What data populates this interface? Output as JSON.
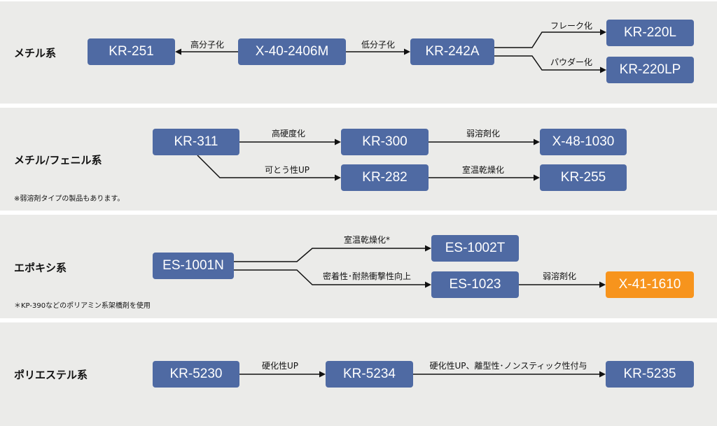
{
  "sections": [
    {
      "category": "メチル系",
      "boxes": {
        "kr251": "KR-251",
        "x40": "X-40-2406M",
        "kr242a": "KR-242A",
        "kr220l": "KR-220L",
        "kr220lp": "KR-220LP"
      },
      "labels": {
        "high_mw": "高分子化",
        "low_mw": "低分子化",
        "flake": "フレーク化",
        "powder": "パウダー化"
      }
    },
    {
      "category": "メチル/フェニル系",
      "note": "※弱溶剤タイプの製品もあります。",
      "boxes": {
        "kr311": "KR-311",
        "kr300": "KR-300",
        "x48": "X-48-1030",
        "kr282": "KR-282",
        "kr255": "KR-255"
      },
      "labels": {
        "hardness": "高硬度化",
        "weak_solvent": "弱溶剤化",
        "flex": "可とう性UP",
        "rt_dry": "室温乾燥化"
      }
    },
    {
      "category": "エポキシ系",
      "note": "＊KP-390などのポリアミン系架橋剤を使用",
      "boxes": {
        "es1001n": "ES-1001N",
        "es1002t": "ES-1002T",
        "es1023": "ES-1023",
        "x41": "X-41-1610"
      },
      "labels": {
        "rt_dry": "室温乾燥化*",
        "adhesion": "密着性･耐熱衝撃性向上",
        "weak_solvent": "弱溶剤化"
      }
    },
    {
      "category": "ポリエステル系",
      "boxes": {
        "kr5230": "KR-5230",
        "kr5234": "KR-5234",
        "kr5235": "KR-5235"
      },
      "labels": {
        "hard_up": "硬化性UP",
        "multi": "硬化性UP、離型性･ノンスティック性付与"
      }
    }
  ],
  "colors": {
    "box": "#4f6aa3",
    "highlight": "#f7941d",
    "band": "#ebebe9",
    "line": "#111111"
  }
}
